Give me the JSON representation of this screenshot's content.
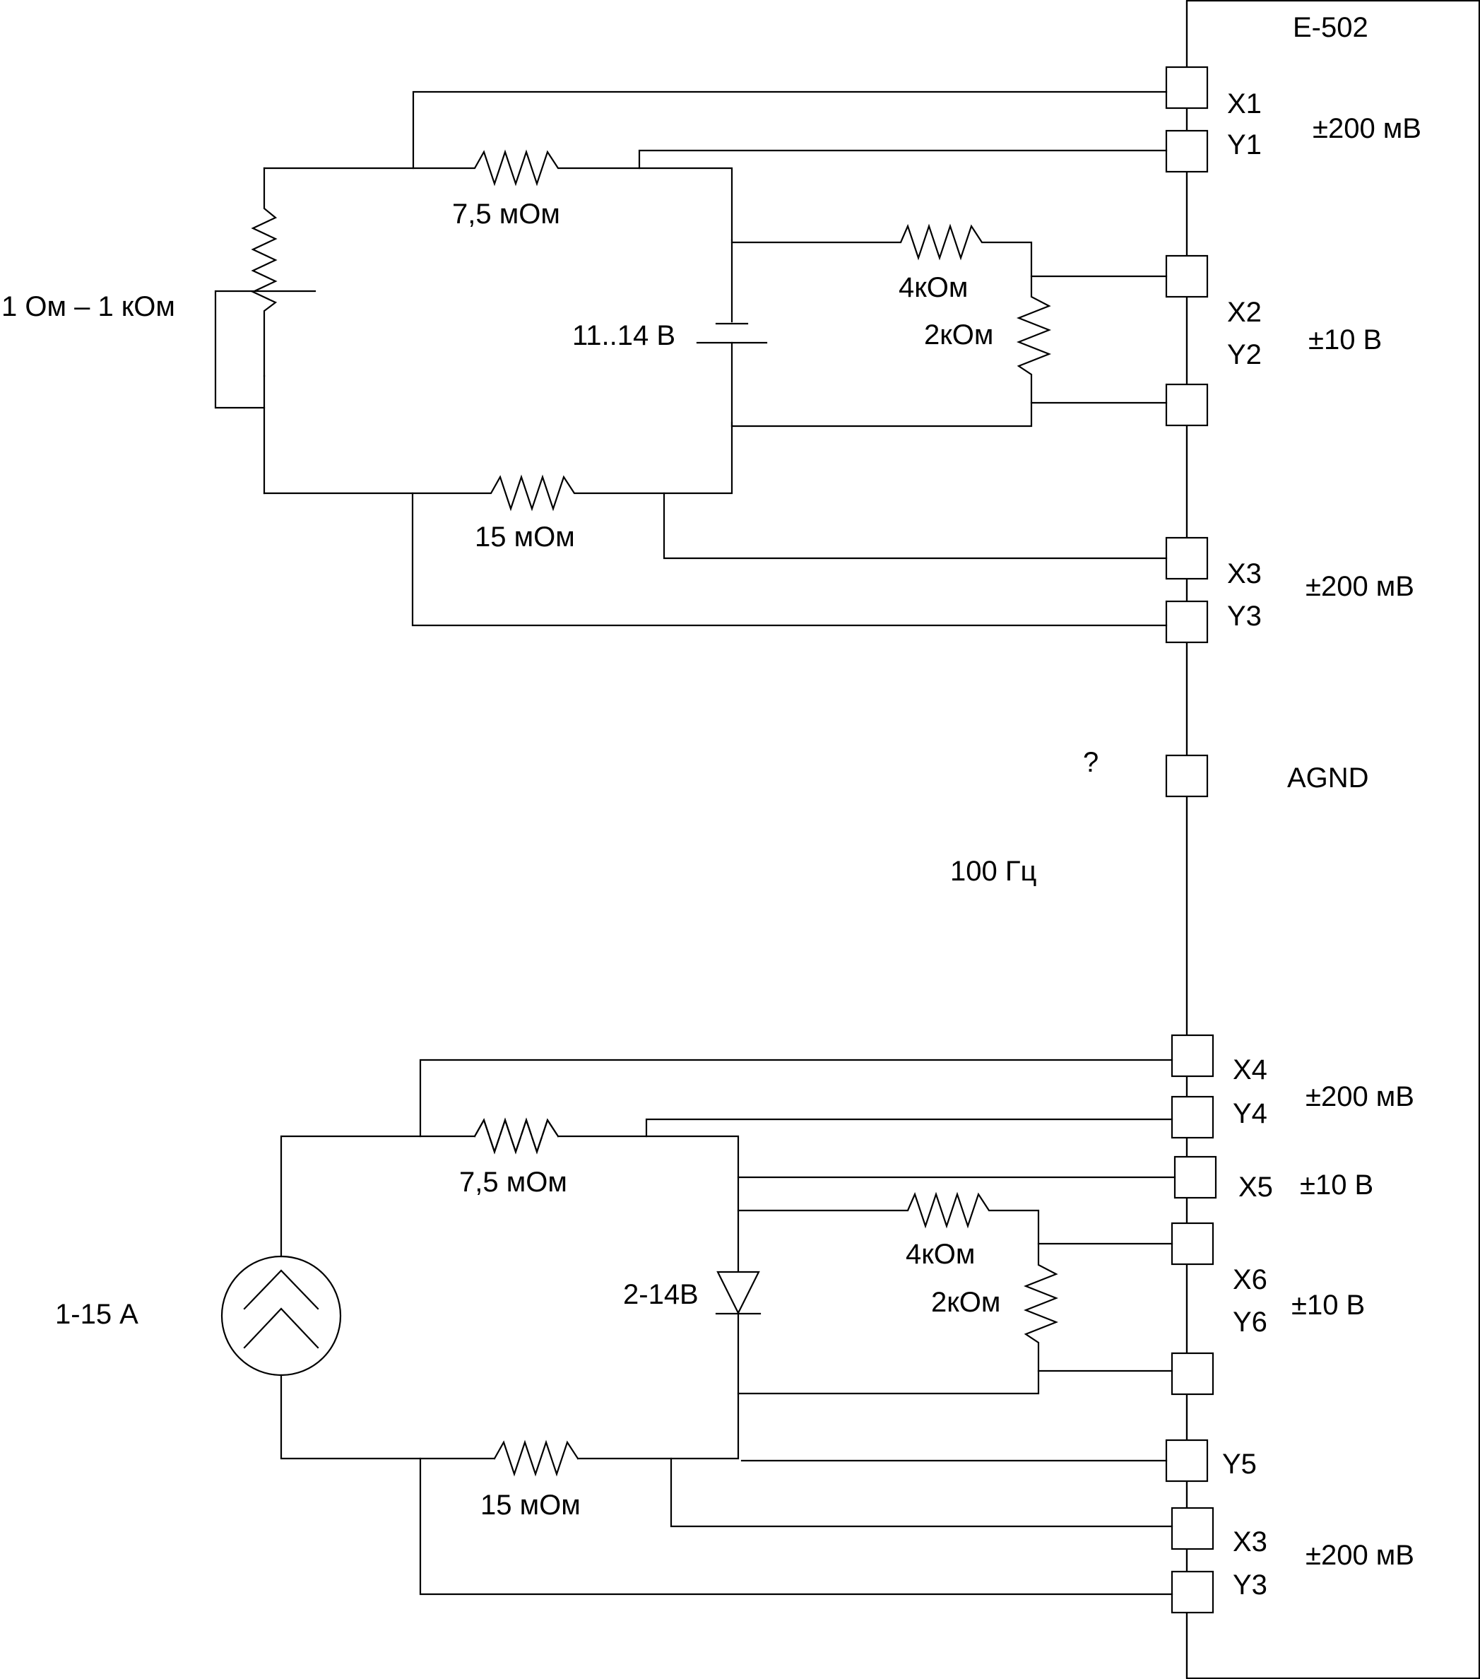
{
  "device": {
    "name": "E-502"
  },
  "terminals": {
    "x1": "X1",
    "y1": "Y1",
    "x2": "X2",
    "y2": "Y2",
    "x3a": "X3",
    "y3a": "Y3",
    "agnd": "AGND",
    "x4": "X4",
    "y4": "Y4",
    "x5": "X5",
    "x6": "X6",
    "y6": "Y6",
    "y5": "Y5",
    "x3b": "X3",
    "y3b": "Y3"
  },
  "ranges": {
    "r1": "±200 мВ",
    "r2": "±10 В",
    "r3": "±200 мВ",
    "r4": "±200 мВ",
    "r5": "±10 В",
    "r6": "±10 В",
    "r7": "±200 мВ"
  },
  "top_circuit": {
    "rheostat": "1 Ом – 1 кОм",
    "shunt_top": "7,5 мОм",
    "shunt_bottom": "15 мОм",
    "battery": "11..14 В",
    "divider_r1": "4кОм",
    "divider_r2": "2кОм"
  },
  "bottom_circuit": {
    "current_source": "1-15 А",
    "shunt_top": "7,5 мОм",
    "shunt_bottom": "15 мОм",
    "diode": "2-14В",
    "divider_r1": "4кОм",
    "divider_r2": "2кОм"
  },
  "notes": {
    "question": "?",
    "frequency": "100 Гц"
  }
}
